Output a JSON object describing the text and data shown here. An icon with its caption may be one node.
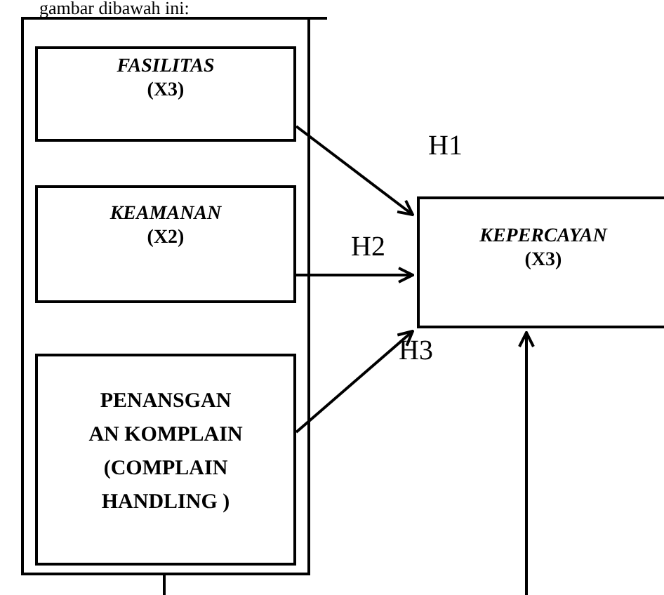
{
  "diagram": {
    "nodes": [
      {
        "text": [],
        "shape": "box"
      },
      {
        "text": [
          "FASILITAS",
          "(X3)"
        ],
        "in": 0
      },
      {
        "text": [
          "KEAMANAN",
          "(X2)"
        ],
        "in": 0
      },
      {
        "text": [
          "PENANSGAN AN KOMPLAIN (COMPLAIN HANDLING )"
        ],
        "in": 0
      },
      {
        "text": [
          "KEPERCAYAN",
          "(X3)"
        ]
      }
    ],
    "edges": [
      {
        "from": 1,
        "to": 4,
        "arrow": "to",
        "label": "H1"
      },
      {
        "from": 2,
        "to": 4,
        "arrow": "to",
        "label": "H2"
      },
      {
        "from": 3,
        "to": 4,
        "arrow": "to",
        "label": "H3"
      },
      {
        "from": null,
        "to": 4,
        "arrow": "to"
      },
      {
        "from": 0,
        "to": null,
        "arrow": "none"
      }
    ],
    "labels": [
      "gambar dibawah ini:"
    ]
  }
}
